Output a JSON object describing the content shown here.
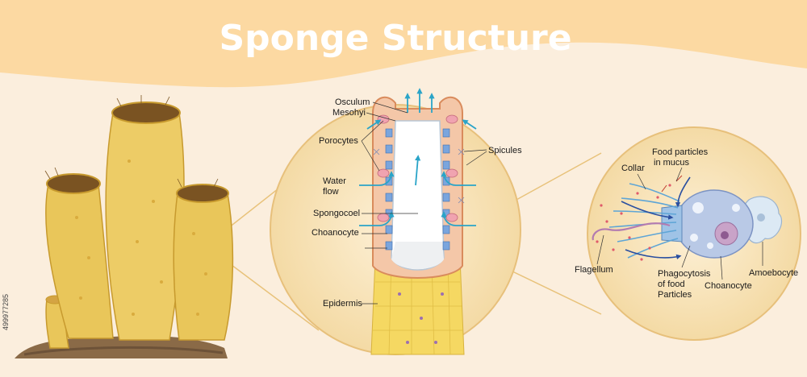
{
  "title": "Sponge Structure",
  "labels": {
    "osculum": "Osculum",
    "mesohyi": "Mesohyi",
    "porocytes": "Porocytes",
    "water_flow_1": "Water",
    "water_flow_2": "flow",
    "spongocoel": "Spongocoel",
    "choanocyte_mid": "Choanocyte",
    "epidermis": "Epidermis",
    "spicules": "Spicules",
    "food_particles_1": "Food particles",
    "food_particles_2": "in mucus",
    "collar": "Collar",
    "flagellum": "Flagellum",
    "phago_1": "Phagocytosis",
    "phago_2": "of food",
    "phago_3": "Particles",
    "choanocyte_cell": "Choanocyte",
    "amoebocyte": "Amoebocyte"
  },
  "stock_id": "499977285",
  "colors": {
    "banner": "#fcd9a2",
    "background": "#fbeedd",
    "sponge": "#e9c65a",
    "water_arrow": "#2aa4c8"
  }
}
